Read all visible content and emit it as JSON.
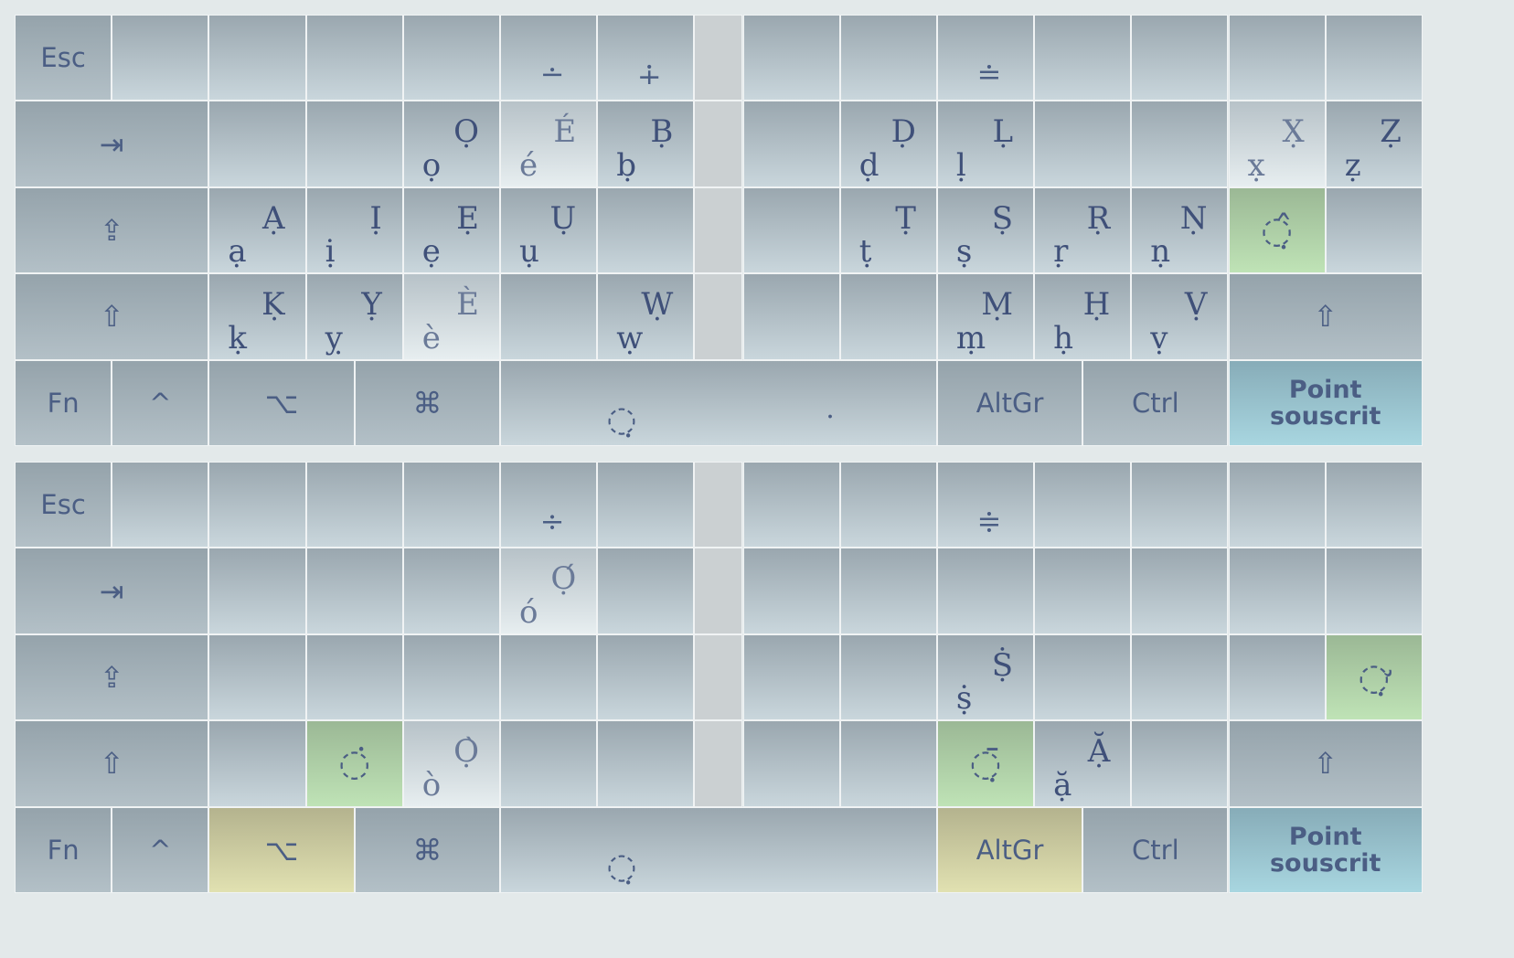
{
  "layers": [
    {
      "name": "base",
      "keys": [
        {
          "id": "esc",
          "col": 0,
          "row": 0,
          "w": 1,
          "style": "sys",
          "label": "Esc"
        },
        {
          "id": "k-r0-1",
          "col": 1,
          "row": 0,
          "w": 1
        },
        {
          "id": "k-r0-2",
          "col": 2,
          "row": 0,
          "w": 1
        },
        {
          "id": "k-r0-3",
          "col": 3,
          "row": 0,
          "w": 1
        },
        {
          "id": "k-r0-4",
          "col": 4,
          "row": 0,
          "w": 1
        },
        {
          "id": "k-r0-5",
          "col": 5,
          "row": 0,
          "w": 1,
          "sym": "∸"
        },
        {
          "id": "k-r0-6",
          "col": 6,
          "row": 0,
          "w": 1,
          "sym": "∔"
        },
        {
          "id": "gap-r0",
          "col": 7,
          "row": 0,
          "w": 0.5,
          "style": "gap"
        },
        {
          "id": "k-r0-8",
          "col": 7.5,
          "row": 0,
          "w": 1
        },
        {
          "id": "k-r0-9",
          "col": 8.5,
          "row": 0,
          "w": 1
        },
        {
          "id": "k-r0-10",
          "col": 9.5,
          "row": 0,
          "w": 1,
          "sym": "≐"
        },
        {
          "id": "k-r0-11",
          "col": 10.5,
          "row": 0,
          "w": 1
        },
        {
          "id": "k-r0-12",
          "col": 11.5,
          "row": 0,
          "w": 1
        },
        {
          "id": "k-r0-13",
          "col": 12.5,
          "row": 0,
          "w": 1
        },
        {
          "id": "k-r0-14",
          "col": 13.5,
          "row": 0,
          "w": 1
        },
        {
          "id": "tab",
          "col": 0,
          "row": 1,
          "w": 2,
          "style": "sys",
          "icon": "⇥",
          "iconName": "tab-icon"
        },
        {
          "id": "k-r1-2",
          "col": 2,
          "row": 1,
          "w": 1
        },
        {
          "id": "k-r1-3",
          "col": 3,
          "row": 1,
          "w": 1
        },
        {
          "id": "k-r1-4",
          "col": 4,
          "row": 1,
          "w": 1,
          "lo": "ọ",
          "up": "Ọ"
        },
        {
          "id": "k-r1-5",
          "col": 5,
          "row": 1,
          "w": 1,
          "style": "light",
          "lo": "é",
          "up": "É"
        },
        {
          "id": "k-r1-6",
          "col": 6,
          "row": 1,
          "w": 1,
          "lo": "ḅ",
          "up": "Ḅ"
        },
        {
          "id": "gap-r1",
          "col": 7,
          "row": 1,
          "w": 0.5,
          "style": "gap"
        },
        {
          "id": "k-r1-8",
          "col": 7.5,
          "row": 1,
          "w": 1
        },
        {
          "id": "k-r1-9",
          "col": 8.5,
          "row": 1,
          "w": 1,
          "lo": "ḍ",
          "up": "Ḍ"
        },
        {
          "id": "k-r1-10",
          "col": 9.5,
          "row": 1,
          "w": 1,
          "lo": "ḷ",
          "up": "Ḷ"
        },
        {
          "id": "k-r1-11",
          "col": 10.5,
          "row": 1,
          "w": 1
        },
        {
          "id": "k-r1-12",
          "col": 11.5,
          "row": 1,
          "w": 1
        },
        {
          "id": "k-r1-13",
          "col": 12.5,
          "row": 1,
          "w": 1,
          "style": "light",
          "lo": "x̣",
          "up": "X̣"
        },
        {
          "id": "k-r1-14",
          "col": 13.5,
          "row": 1,
          "w": 1,
          "lo": "ẓ",
          "up": "Ẓ"
        },
        {
          "id": "capslock",
          "col": 0,
          "row": 2,
          "w": 2,
          "style": "sys",
          "icon": "⇪",
          "iconName": "caps-lock-icon"
        },
        {
          "id": "k-r2-2",
          "col": 2,
          "row": 2,
          "w": 1,
          "lo": "ạ",
          "up": "Ạ"
        },
        {
          "id": "k-r2-3",
          "col": 3,
          "row": 2,
          "w": 1,
          "lo": "ị",
          "up": "Ị"
        },
        {
          "id": "k-r2-4",
          "col": 4,
          "row": 2,
          "w": 1,
          "lo": "ẹ",
          "up": "Ẹ"
        },
        {
          "id": "k-r2-5",
          "col": 5,
          "row": 2,
          "w": 1,
          "lo": "ụ",
          "up": "Ụ"
        },
        {
          "id": "k-r2-6",
          "col": 6,
          "row": 2,
          "w": 1
        },
        {
          "id": "gap-r2",
          "col": 7,
          "row": 2,
          "w": 0.5,
          "style": "gap"
        },
        {
          "id": "k-r2-8",
          "col": 7.5,
          "row": 2,
          "w": 1
        },
        {
          "id": "k-r2-9",
          "col": 8.5,
          "row": 2,
          "w": 1,
          "lo": "ṭ",
          "up": "Ṭ"
        },
        {
          "id": "k-r2-10",
          "col": 9.5,
          "row": 2,
          "w": 1,
          "lo": "ṣ",
          "up": "Ṣ"
        },
        {
          "id": "k-r2-11",
          "col": 10.5,
          "row": 2,
          "w": 1,
          "lo": "ṛ",
          "up": "Ṛ"
        },
        {
          "id": "k-r2-12",
          "col": 11.5,
          "row": 2,
          "w": 1,
          "lo": "ṇ",
          "up": "Ṇ"
        },
        {
          "id": "k-r2-13",
          "col": 12.5,
          "row": 2,
          "w": 1,
          "style": "green",
          "dia": "◌̣̂"
        },
        {
          "id": "k-r2-14",
          "col": 13.5,
          "row": 2,
          "w": 1
        },
        {
          "id": "shift-left",
          "col": 0,
          "row": 3,
          "w": 2,
          "style": "sys",
          "icon": "⇧",
          "iconName": "shift-icon"
        },
        {
          "id": "k-r3-2",
          "col": 2,
          "row": 3,
          "w": 1,
          "lo": "ḳ",
          "up": "Ḳ"
        },
        {
          "id": "k-r3-3",
          "col": 3,
          "row": 3,
          "w": 1,
          "lo": "ỵ",
          "up": "Ỵ"
        },
        {
          "id": "k-r3-4",
          "col": 4,
          "row": 3,
          "w": 1,
          "style": "light",
          "lo": "è",
          "up": "È"
        },
        {
          "id": "k-r3-5",
          "col": 5,
          "row": 3,
          "w": 1
        },
        {
          "id": "k-r3-6",
          "col": 6,
          "row": 3,
          "w": 1,
          "lo": "ẉ",
          "up": "Ẉ"
        },
        {
          "id": "gap-r3",
          "col": 7,
          "row": 3,
          "w": 0.5,
          "style": "gap"
        },
        {
          "id": "k-r3-8",
          "col": 7.5,
          "row": 3,
          "w": 1
        },
        {
          "id": "k-r3-9",
          "col": 8.5,
          "row": 3,
          "w": 1
        },
        {
          "id": "k-r3-10",
          "col": 9.5,
          "row": 3,
          "w": 1,
          "lo": "ṃ",
          "up": "Ṃ"
        },
        {
          "id": "k-r3-11",
          "col": 10.5,
          "row": 3,
          "w": 1,
          "lo": "ḥ",
          "up": "Ḥ"
        },
        {
          "id": "k-r3-12",
          "col": 11.5,
          "row": 3,
          "w": 1,
          "lo": "ṿ",
          "up": "Ṿ"
        },
        {
          "id": "shift-right",
          "col": 12.5,
          "row": 3,
          "w": 2,
          "style": "sys",
          "icon": "⇧",
          "iconName": "shift-icon"
        },
        {
          "id": "fn",
          "col": 0,
          "row": 4,
          "w": 1,
          "style": "sys",
          "label": "Fn"
        },
        {
          "id": "ctrl-left",
          "col": 1,
          "row": 4,
          "w": 1,
          "style": "sys",
          "label": "^"
        },
        {
          "id": "option",
          "col": 2,
          "row": 4,
          "w": 1.5,
          "style": "sys",
          "icon": "⌥",
          "iconName": "option-icon"
        },
        {
          "id": "command",
          "col": 3.5,
          "row": 4,
          "w": 1.5,
          "style": "sys",
          "icon": "⌘",
          "iconName": "command-icon"
        },
        {
          "id": "space",
          "col": 5,
          "row": 4,
          "w": 4.5,
          "sp1": "◌̣",
          "sp2": "."
        },
        {
          "id": "altgr",
          "col": 9.5,
          "row": 4,
          "w": 1.5,
          "style": "sys",
          "label": "AltGr"
        },
        {
          "id": "ctrl-right",
          "col": 11,
          "row": 4,
          "w": 1.5,
          "style": "sys",
          "label": "Ctrl"
        },
        {
          "id": "deadkey-name",
          "col": 12.5,
          "row": 4,
          "w": 2,
          "style": "blue",
          "label2": "Point\nsouscrit"
        }
      ]
    },
    {
      "name": "altgr",
      "keys": [
        {
          "id": "esc",
          "col": 0,
          "row": 0,
          "w": 1,
          "style": "sys",
          "label": "Esc"
        },
        {
          "id": "k-r0-1",
          "col": 1,
          "row": 0,
          "w": 1
        },
        {
          "id": "k-r0-2",
          "col": 2,
          "row": 0,
          "w": 1
        },
        {
          "id": "k-r0-3",
          "col": 3,
          "row": 0,
          "w": 1
        },
        {
          "id": "k-r0-4",
          "col": 4,
          "row": 0,
          "w": 1
        },
        {
          "id": "k-r0-5",
          "col": 5,
          "row": 0,
          "w": 1,
          "sym": "÷"
        },
        {
          "id": "k-r0-6",
          "col": 6,
          "row": 0,
          "w": 1
        },
        {
          "id": "gap-r0",
          "col": 7,
          "row": 0,
          "w": 0.5,
          "style": "gap"
        },
        {
          "id": "k-r0-8",
          "col": 7.5,
          "row": 0,
          "w": 1
        },
        {
          "id": "k-r0-9",
          "col": 8.5,
          "row": 0,
          "w": 1
        },
        {
          "id": "k-r0-10",
          "col": 9.5,
          "row": 0,
          "w": 1,
          "sym": "≑"
        },
        {
          "id": "k-r0-11",
          "col": 10.5,
          "row": 0,
          "w": 1
        },
        {
          "id": "k-r0-12",
          "col": 11.5,
          "row": 0,
          "w": 1
        },
        {
          "id": "k-r0-13",
          "col": 12.5,
          "row": 0,
          "w": 1
        },
        {
          "id": "k-r0-14",
          "col": 13.5,
          "row": 0,
          "w": 1
        },
        {
          "id": "tab",
          "col": 0,
          "row": 1,
          "w": 2,
          "style": "sys",
          "icon": "⇥",
          "iconName": "tab-icon"
        },
        {
          "id": "k-r1-2",
          "col": 2,
          "row": 1,
          "w": 1
        },
        {
          "id": "k-r1-3",
          "col": 3,
          "row": 1,
          "w": 1
        },
        {
          "id": "k-r1-4",
          "col": 4,
          "row": 1,
          "w": 1
        },
        {
          "id": "k-r1-5",
          "col": 5,
          "row": 1,
          "w": 1,
          "style": "light",
          "lo": "ó",
          "up": "Ọ́"
        },
        {
          "id": "k-r1-6",
          "col": 6,
          "row": 1,
          "w": 1
        },
        {
          "id": "gap-r1",
          "col": 7,
          "row": 1,
          "w": 0.5,
          "style": "gap"
        },
        {
          "id": "k-r1-8",
          "col": 7.5,
          "row": 1,
          "w": 1
        },
        {
          "id": "k-r1-9",
          "col": 8.5,
          "row": 1,
          "w": 1
        },
        {
          "id": "k-r1-10",
          "col": 9.5,
          "row": 1,
          "w": 1
        },
        {
          "id": "k-r1-11",
          "col": 10.5,
          "row": 1,
          "w": 1
        },
        {
          "id": "k-r1-12",
          "col": 11.5,
          "row": 1,
          "w": 1
        },
        {
          "id": "k-r1-13",
          "col": 12.5,
          "row": 1,
          "w": 1
        },
        {
          "id": "k-r1-14",
          "col": 13.5,
          "row": 1,
          "w": 1
        },
        {
          "id": "capslock",
          "col": 0,
          "row": 2,
          "w": 2,
          "style": "sys",
          "icon": "⇪",
          "iconName": "caps-lock-icon"
        },
        {
          "id": "k-r2-2",
          "col": 2,
          "row": 2,
          "w": 1
        },
        {
          "id": "k-r2-3",
          "col": 3,
          "row": 2,
          "w": 1
        },
        {
          "id": "k-r2-4",
          "col": 4,
          "row": 2,
          "w": 1
        },
        {
          "id": "k-r2-5",
          "col": 5,
          "row": 2,
          "w": 1
        },
        {
          "id": "k-r2-6",
          "col": 6,
          "row": 2,
          "w": 1
        },
        {
          "id": "gap-r2",
          "col": 7,
          "row": 2,
          "w": 0.5,
          "style": "gap"
        },
        {
          "id": "k-r2-8",
          "col": 7.5,
          "row": 2,
          "w": 1
        },
        {
          "id": "k-r2-9",
          "col": 8.5,
          "row": 2,
          "w": 1
        },
        {
          "id": "k-r2-10",
          "col": 9.5,
          "row": 2,
          "w": 1,
          "lo": "ṩ",
          "up": "Ṩ"
        },
        {
          "id": "k-r2-11",
          "col": 10.5,
          "row": 2,
          "w": 1
        },
        {
          "id": "k-r2-12",
          "col": 11.5,
          "row": 2,
          "w": 1
        },
        {
          "id": "k-r2-13",
          "col": 12.5,
          "row": 2,
          "w": 1
        },
        {
          "id": "k-r2-14",
          "col": 13.5,
          "row": 2,
          "w": 1,
          "style": "green",
          "dia": "◌̛̣"
        },
        {
          "id": "shift-left",
          "col": 0,
          "row": 3,
          "w": 2,
          "style": "sys",
          "icon": "⇧",
          "iconName": "shift-icon"
        },
        {
          "id": "k-r3-2",
          "col": 2,
          "row": 3,
          "w": 1
        },
        {
          "id": "k-r3-3",
          "col": 3,
          "row": 3,
          "w": 1,
          "style": "green",
          "dia": "◌̇"
        },
        {
          "id": "k-r3-4",
          "col": 4,
          "row": 3,
          "w": 1,
          "style": "light",
          "lo": "ò",
          "up": "Ọ̀"
        },
        {
          "id": "k-r3-5",
          "col": 5,
          "row": 3,
          "w": 1
        },
        {
          "id": "k-r3-6",
          "col": 6,
          "row": 3,
          "w": 1
        },
        {
          "id": "gap-r3",
          "col": 7,
          "row": 3,
          "w": 0.5,
          "style": "gap"
        },
        {
          "id": "k-r3-8",
          "col": 7.5,
          "row": 3,
          "w": 1
        },
        {
          "id": "k-r3-9",
          "col": 8.5,
          "row": 3,
          "w": 1
        },
        {
          "id": "k-r3-10",
          "col": 9.5,
          "row": 3,
          "w": 1,
          "style": "green",
          "dia": "◌̣̄"
        },
        {
          "id": "k-r3-11",
          "col": 10.5,
          "row": 3,
          "w": 1,
          "lo": "ặ",
          "up": "Ặ"
        },
        {
          "id": "k-r3-12",
          "col": 11.5,
          "row": 3,
          "w": 1
        },
        {
          "id": "shift-right",
          "col": 12.5,
          "row": 3,
          "w": 2,
          "style": "sys",
          "icon": "⇧",
          "iconName": "shift-icon"
        },
        {
          "id": "fn",
          "col": 0,
          "row": 4,
          "w": 1,
          "style": "sys",
          "label": "Fn"
        },
        {
          "id": "ctrl-left",
          "col": 1,
          "row": 4,
          "w": 1,
          "style": "sys",
          "label": "^"
        },
        {
          "id": "option",
          "col": 2,
          "row": 4,
          "w": 1.5,
          "style": "yellow",
          "icon": "⌥",
          "iconName": "option-icon"
        },
        {
          "id": "command",
          "col": 3.5,
          "row": 4,
          "w": 1.5,
          "style": "sys",
          "icon": "⌘",
          "iconName": "command-icon"
        },
        {
          "id": "space",
          "col": 5,
          "row": 4,
          "w": 4.5,
          "sp1": "◌̣"
        },
        {
          "id": "altgr",
          "col": 9.5,
          "row": 4,
          "w": 1.5,
          "style": "yellow",
          "label": "AltGr"
        },
        {
          "id": "ctrl-right",
          "col": 11,
          "row": 4,
          "w": 1.5,
          "style": "sys",
          "label": "Ctrl"
        },
        {
          "id": "deadkey-name",
          "col": 12.5,
          "row": 4,
          "w": 2,
          "style": "blue",
          "label2": "Point\nsouscrit"
        }
      ]
    }
  ]
}
